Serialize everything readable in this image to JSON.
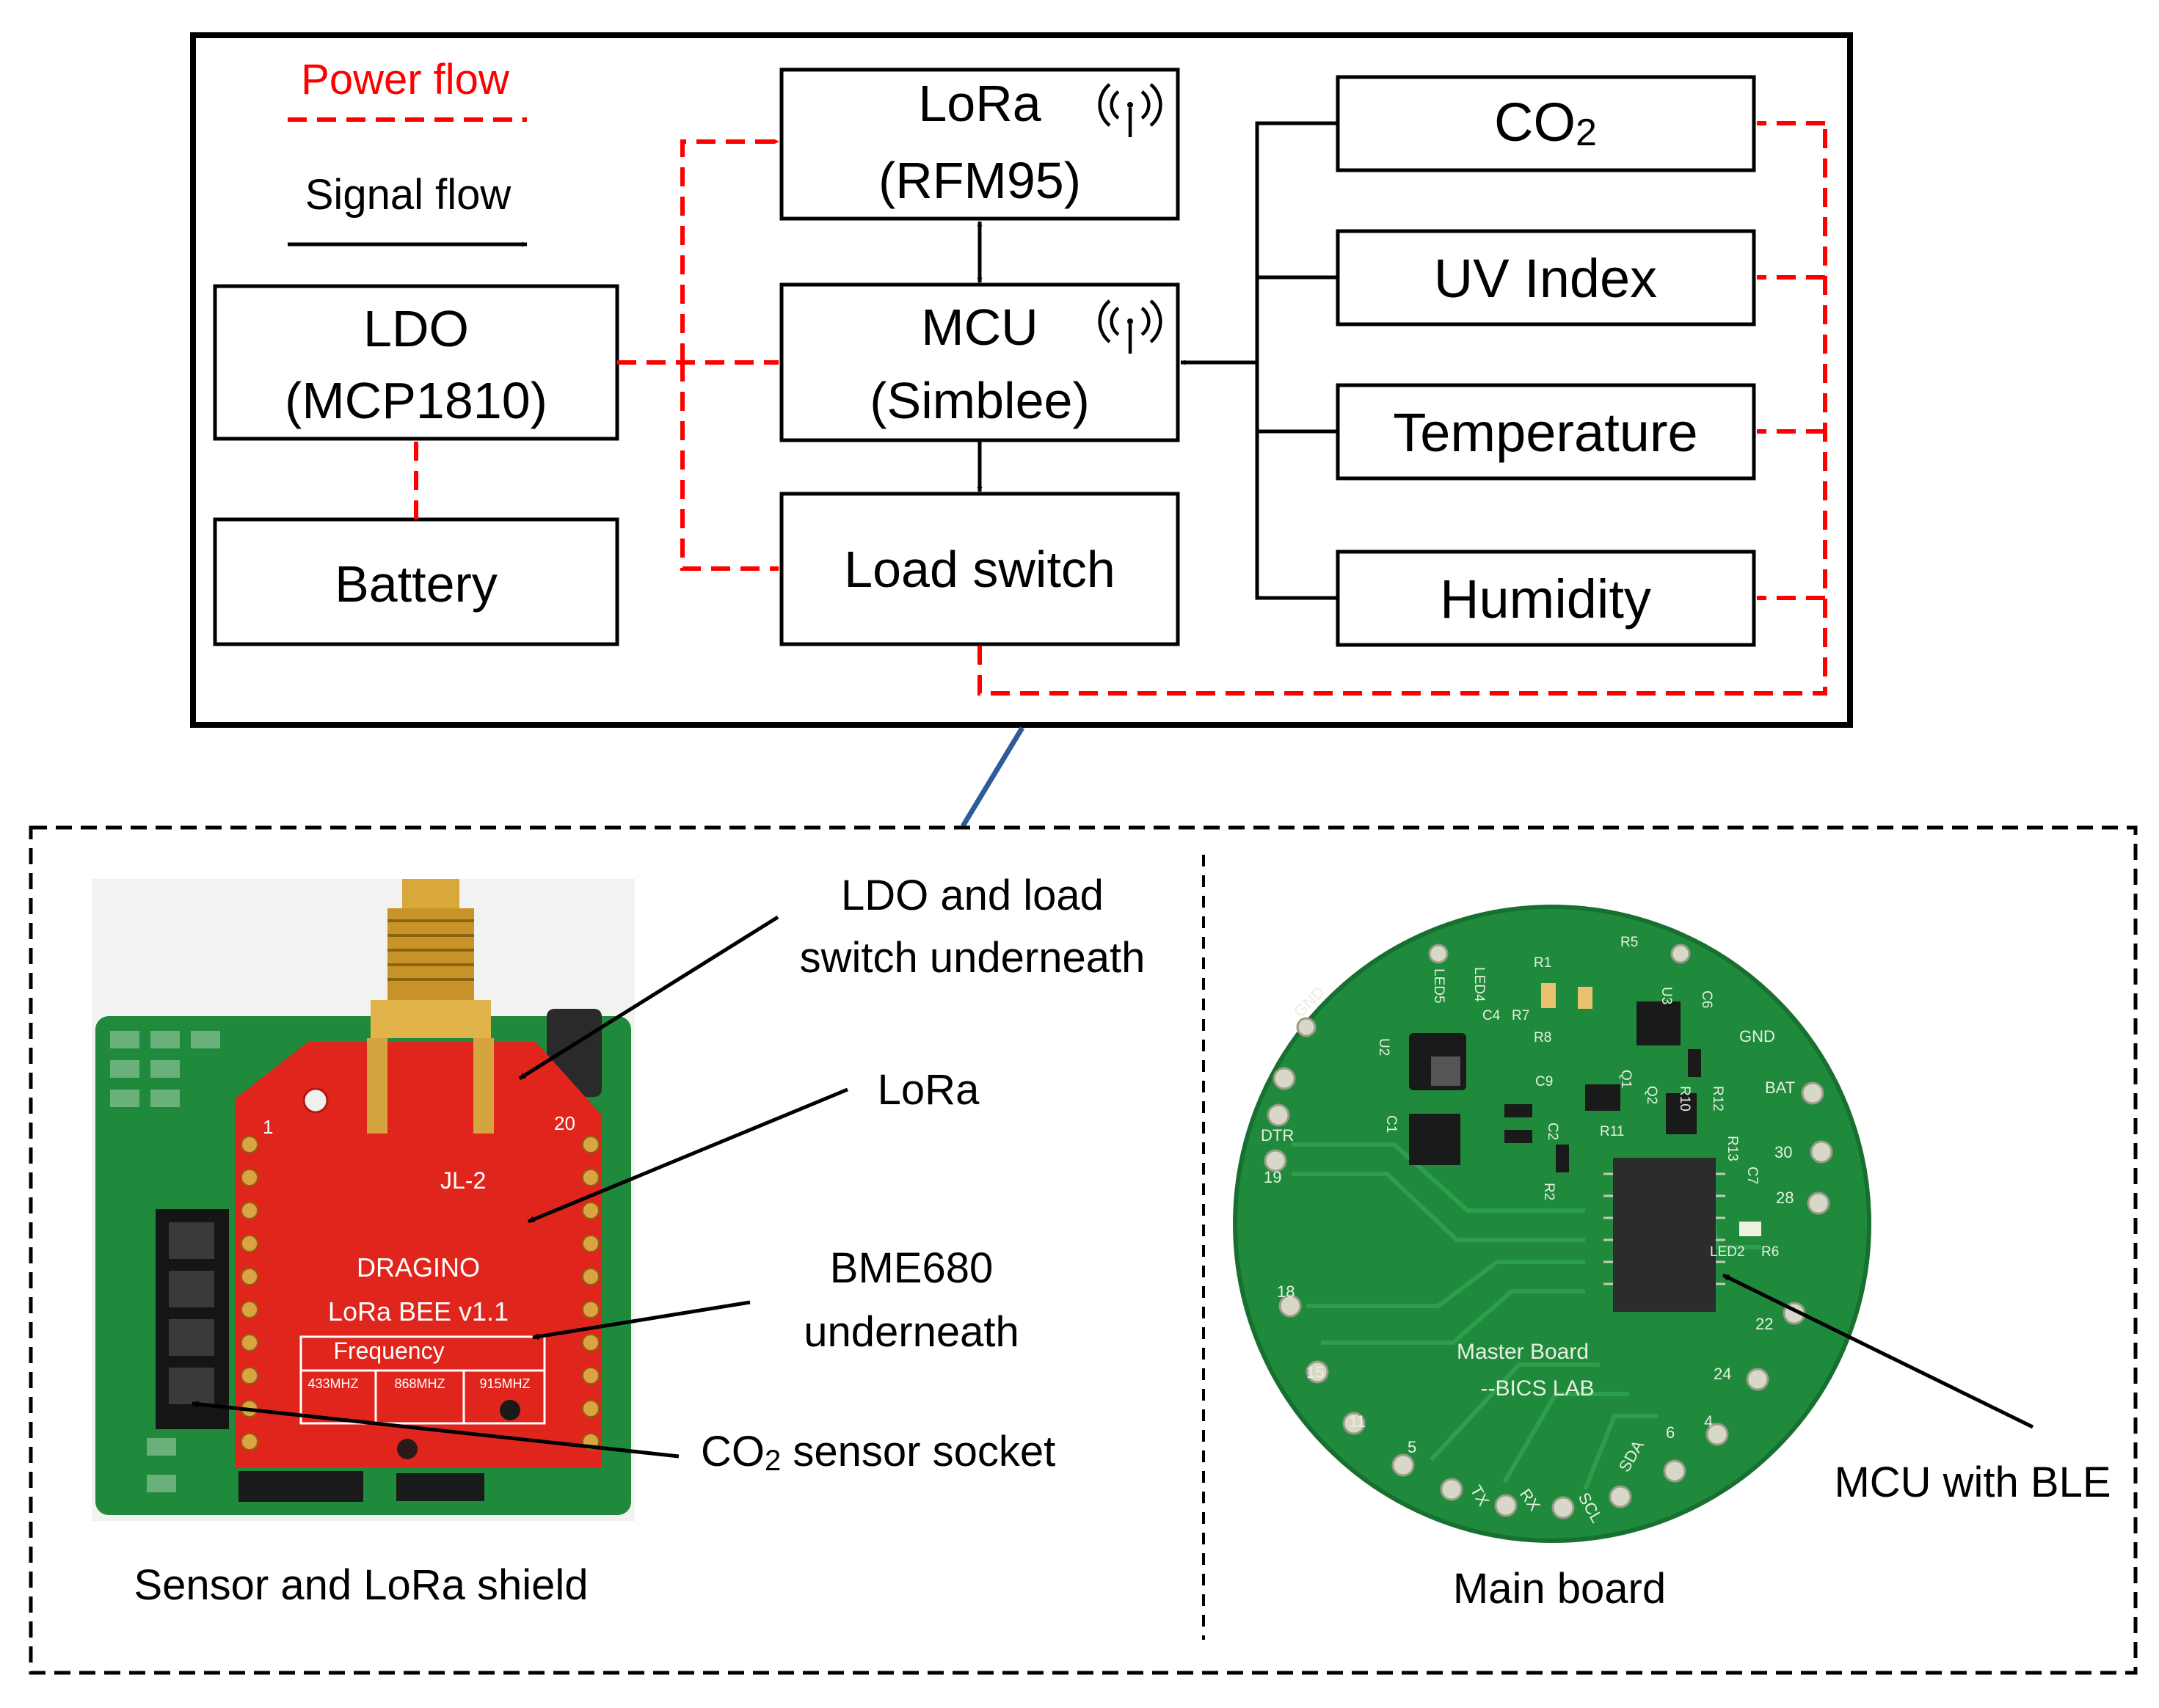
{
  "diagram": {
    "legend": {
      "power_label": "Power flow",
      "signal_label": "Signal flow"
    },
    "blocks": {
      "lora": {
        "line1": "LoRa",
        "line2": "(RFM95)"
      },
      "mcu": {
        "line1": "MCU",
        "line2": "(Simblee)"
      },
      "ldo": {
        "line1": "LDO",
        "line2": "(MCP1810)"
      },
      "battery": {
        "label": "Battery"
      },
      "load_switch": {
        "label": "Load switch"
      },
      "co2": {
        "main": "CO",
        "sub": "2"
      },
      "uv": {
        "label": "UV Index"
      },
      "temperature": {
        "label": "Temperature"
      },
      "humidity": {
        "label": "Humidity"
      }
    },
    "icons": {
      "lora": "antenna-icon",
      "mcu": "antenna-icon"
    },
    "colors": {
      "power": "#ff0000",
      "signal": "#000000",
      "link": "#2e5b9a",
      "pcb_red": "#e0261c",
      "pcb_green": "#1f8a3c"
    }
  },
  "photos": {
    "shield": {
      "caption": "Sensor and LoRa shield",
      "annotations": {
        "ldo_line1": "LDO and load",
        "ldo_line2": "switch underneath",
        "lora": "LoRa",
        "bme_line1": "BME680",
        "bme_line2": "underneath",
        "co2_main": "CO",
        "co2_sub": "2",
        "co2_rest": " sensor socket"
      },
      "silkscreen": {
        "brand": "DRAGINO",
        "model": "LoRa BEE v1.1",
        "freq_title": "Frequency",
        "freq1": "433MHZ",
        "freq2": "868MHZ",
        "freq3": "915MHZ",
        "cert": "JL-2",
        "pin_1": "1",
        "pin_20": "20"
      }
    },
    "main": {
      "caption": "Main board",
      "annotation": "MCU with BLE",
      "silkscreen": {
        "line1": "Master Board",
        "line2": "--BICS LAB",
        "pins": [
          "GND",
          "DTR",
          "19",
          "18",
          "15",
          "11",
          "5",
          "TX",
          "RX",
          "SCL",
          "SDA",
          "6",
          "4",
          "24",
          "22",
          "28",
          "30",
          "BAT",
          "GND"
        ],
        "parts": [
          "LED5",
          "LED4",
          "R1",
          "R5",
          "U3",
          "C6",
          "U2",
          "C4",
          "R7",
          "R8",
          "C9",
          "Q1",
          "Q2",
          "R10",
          "R12",
          "R11",
          "R13",
          "C7",
          "C2",
          "R2",
          "C1",
          "LED2",
          "R6"
        ]
      }
    }
  }
}
